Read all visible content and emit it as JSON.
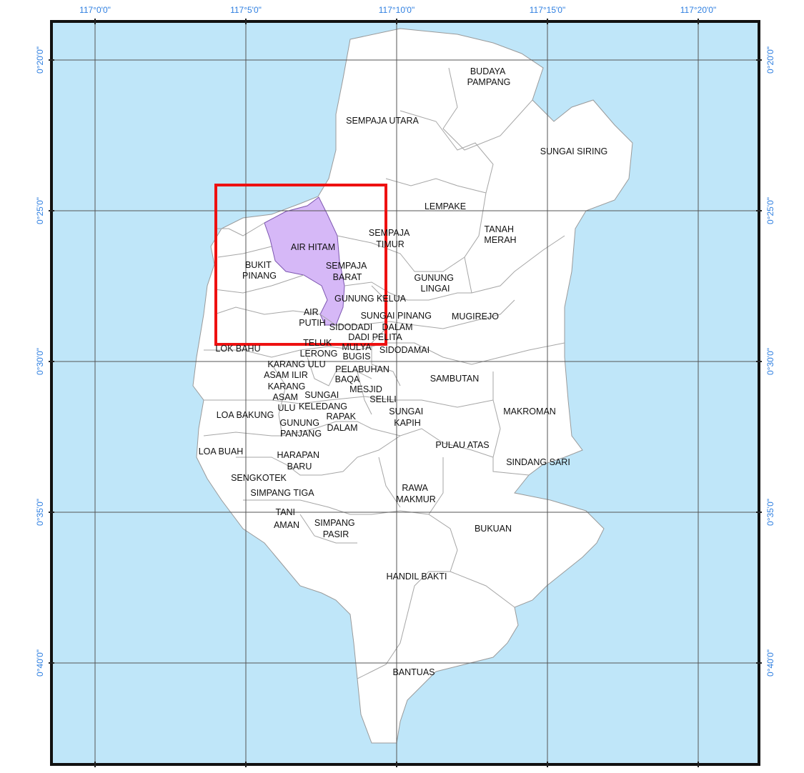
{
  "colors": {
    "water": "#bfe6f9",
    "land": "#ffffff",
    "boundary": "#9a9a9a",
    "highlight_fill": "#d6b8f7",
    "highlight_stroke": "#7c56b0",
    "inset_box": "#ee1111",
    "frame": "#111111",
    "coordinate_text": "#2f7fe0"
  },
  "longitude_labels": [
    "117°0'0\"",
    "117°5'0\"",
    "117°10'0\"",
    "117°15'0\"",
    "117°20'0\""
  ],
  "latitude_labels": [
    "0°20'0\"",
    "0°25'0\"",
    "0°30'0\"",
    "0°35'0\"",
    "0°40'0\""
  ],
  "highlighted_region": "AIR HITAM",
  "places": {
    "budaya_pampang": [
      "BUDAYA",
      "PAMPANG"
    ],
    "sempaja_utara": [
      "SEMPAJA UTARA"
    ],
    "sungai_siring": [
      "SUNGAI SIRING"
    ],
    "lempake": [
      "LEMPAKE"
    ],
    "tanah_merah": [
      "TANAH",
      "MERAH"
    ],
    "sempaja_timur": [
      "SEMPAJA",
      "TIMUR"
    ],
    "air_hitam": [
      "AIR HITAM"
    ],
    "bukit_pinang": [
      "BUKIT",
      "PINANG"
    ],
    "sempaja_barat": [
      "SEMPAJA",
      "BARAT"
    ],
    "gunung_lingai": [
      "GUNUNG",
      "LINGAI"
    ],
    "gunung_kelua": [
      "GUNUNG KELUA"
    ],
    "air_putih": [
      "AIR",
      "PUTIH"
    ],
    "sungai_pinang_dalam": [
      "SUNGAI PINANG",
      "DALAM"
    ],
    "mugirejo": [
      "MUGIREJO"
    ],
    "sidodadi": [
      "SIDODADI"
    ],
    "dadi_pelita": [
      "DADI PELITA"
    ],
    "teluk_lerong": [
      "TELUK",
      "LERONG"
    ],
    "mulya": [
      "MULYA"
    ],
    "bugis": [
      "BUGIS"
    ],
    "sidodamai": [
      "SIDODAMAI"
    ],
    "lok_bahu": [
      "LOK BAHU"
    ],
    "karang_asam_ulu": [
      "KARANG ULU"
    ],
    "asam_ilir": [
      "ASAM ILIR"
    ],
    "karang": [
      "KARANG"
    ],
    "asam_ulu": [
      "ASAM",
      "ULU"
    ],
    "pelabuhan": [
      "PELABUHAN"
    ],
    "baqa": [
      "BAQA"
    ],
    "mesjid": [
      "MESJID"
    ],
    "selili": [
      "SELILI"
    ],
    "sambutan": [
      "SAMBUTAN"
    ],
    "sungai_keledang": [
      "SUNGAI",
      "KELEDANG"
    ],
    "loa_bakung": [
      "LOA BAKUNG"
    ],
    "gunung_panjang": [
      "GUNUNG",
      "PANJANG"
    ],
    "rapak_dalam": [
      "RAPAK",
      "DALAM"
    ],
    "sungai_kapih": [
      "SUNGAI",
      "KAPIH"
    ],
    "makroman": [
      "MAKROMAN"
    ],
    "pulau_atas": [
      "PULAU ATAS"
    ],
    "loa_buah": [
      "LOA BUAH"
    ],
    "harapan_baru": [
      "HARAPAN",
      "BARU"
    ],
    "sindang_sari": [
      "SINDANG SARI"
    ],
    "sengkotek": [
      "SENGKOTEK"
    ],
    "rawa_makmur": [
      "RAWA",
      "MAKMUR"
    ],
    "simpang_tiga": [
      "SIMPANG TIGA"
    ],
    "tani_aman": [
      "TANI",
      "AMAN"
    ],
    "simpang_pasir": [
      "SIMPANG",
      "PASIR"
    ],
    "bukuan": [
      "BUKUAN"
    ],
    "handil_bakti": [
      "HANDIL BAKTI"
    ],
    "bantuas": [
      "BANTUAS"
    ]
  }
}
